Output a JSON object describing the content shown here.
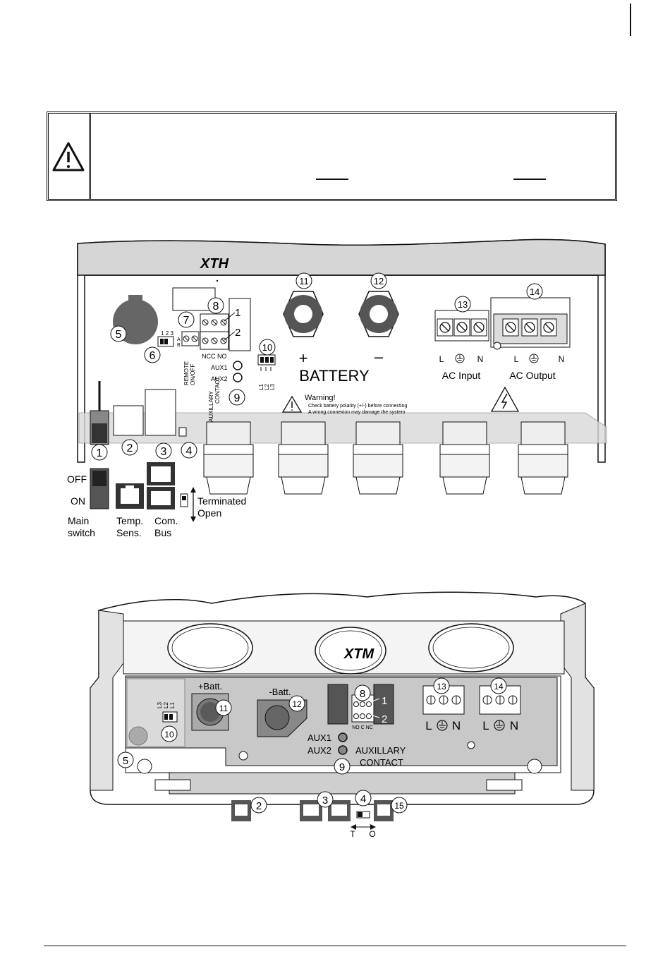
{
  "xth": {
    "brand": "XTH",
    "callouts": [
      "1",
      "2",
      "3",
      "4",
      "5",
      "6",
      "7",
      "8",
      "9",
      "10",
      "11",
      "12",
      "13",
      "14"
    ],
    "dip_label": "1 2 3",
    "dip_a": "A",
    "dip_b": "B",
    "remote_label_1": "REMOTE",
    "remote_label_2": "ON/OFF",
    "aux1": "AUX1",
    "aux2": "AUX2",
    "aux_contact_1": "AUXILLARY",
    "aux_contact_2": "CONTACT",
    "relay_1": "1",
    "relay_2": "2",
    "relay_terminals": "NCC NO",
    "l_labels": [
      "L1",
      "L2",
      "L3"
    ],
    "plus": "+",
    "minus": "–",
    "battery": "BATTERY",
    "warning_title": "Warning!",
    "warning_line_1": "Check battery polarity (+/-) before connecting",
    "warning_line_2": "A wrong connexion may damage the system",
    "ac_input": "AC Input",
    "ac_output": "AC Output",
    "terminal_l": "L",
    "terminal_n": "N",
    "off": "OFF",
    "on": "ON",
    "main_switch_1": "Main",
    "main_switch_2": "switch",
    "temp_1": "Temp.",
    "temp_2": "Sens.",
    "com_1": "Com.",
    "com_2": "Bus",
    "terminated": "Terminated",
    "open": "Open"
  },
  "xtm": {
    "brand": "XTM",
    "plus_batt": "+Batt.",
    "minus_batt": "-Batt.",
    "l_labels": [
      "L3",
      "L2",
      "L1"
    ],
    "relay_1": "1",
    "relay_2": "2",
    "relay_terminals": "NO C NC",
    "aux1": "AUX1",
    "aux2": "AUX2",
    "aux_contact_1": "AUXILLARY",
    "aux_contact_2": "CONTACT",
    "terminal_l": "L",
    "terminal_n": "N",
    "switch_t": "T",
    "switch_o": "O",
    "callouts": [
      "2",
      "3",
      "4",
      "5",
      "8",
      "9",
      "10",
      "11",
      "12",
      "13",
      "14",
      "15"
    ]
  },
  "icons": [
    "warning-triangle-icon",
    "earth-ground-icon",
    "high-voltage-icon"
  ]
}
